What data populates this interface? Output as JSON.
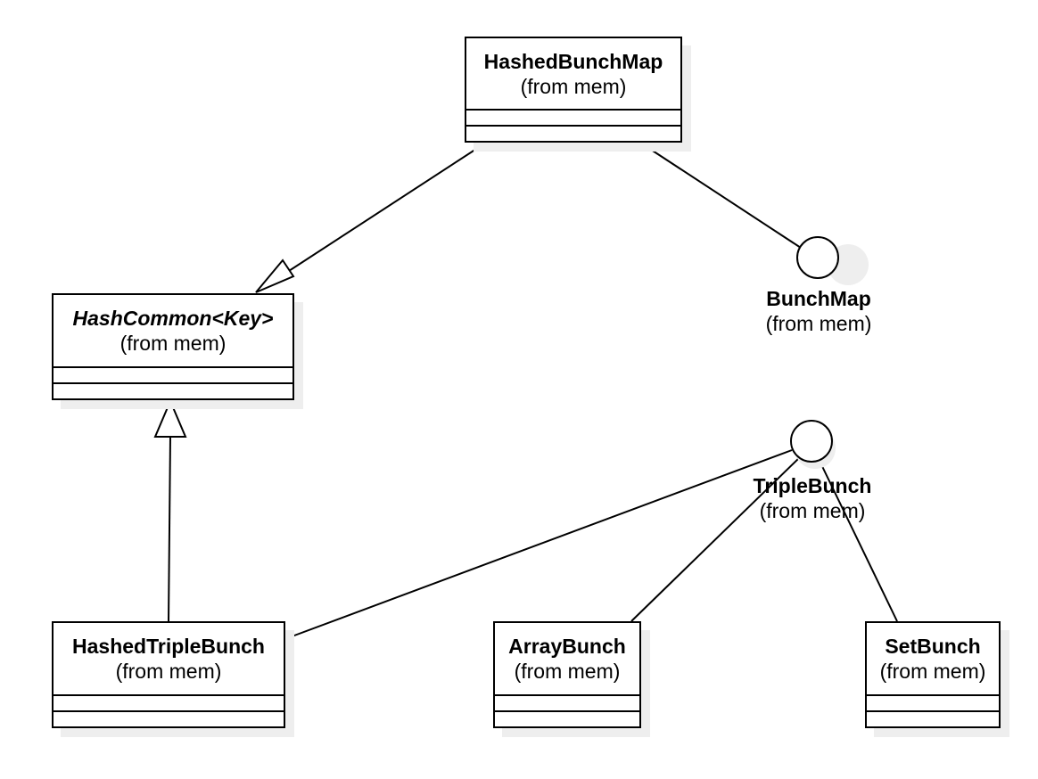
{
  "classes": {
    "hashed_bunch_map": {
      "name": "HashedBunchMap",
      "package": "(from mem)",
      "abstract": false
    },
    "hash_common": {
      "name": "HashCommon<Key>",
      "package": "(from mem)",
      "abstract": true
    },
    "hashed_triple_bunch": {
      "name": "HashedTripleBunch",
      "package": "(from mem)",
      "abstract": false
    },
    "array_bunch": {
      "name": "ArrayBunch",
      "package": "(from mem)",
      "abstract": false
    },
    "set_bunch": {
      "name": "SetBunch",
      "package": "(from mem)",
      "abstract": false
    }
  },
  "interfaces": {
    "bunch_map": {
      "name": "BunchMap",
      "package": "(from mem)"
    },
    "triple_bunch": {
      "name": "TripleBunch",
      "package": "(from mem)"
    }
  },
  "relations": [
    {
      "from": "HashedBunchMap",
      "to": "HashCommon<Key>",
      "type": "generalization"
    },
    {
      "from": "HashedBunchMap",
      "to": "BunchMap",
      "type": "realization"
    },
    {
      "from": "HashedTripleBunch",
      "to": "HashCommon<Key>",
      "type": "generalization"
    },
    {
      "from": "HashedTripleBunch",
      "to": "TripleBunch",
      "type": "realization"
    },
    {
      "from": "ArrayBunch",
      "to": "TripleBunch",
      "type": "realization"
    },
    {
      "from": "SetBunch",
      "to": "TripleBunch",
      "type": "realization"
    }
  ],
  "colors": {
    "line": "#000000",
    "shadow": "#eeeeee",
    "background": "#ffffff"
  }
}
